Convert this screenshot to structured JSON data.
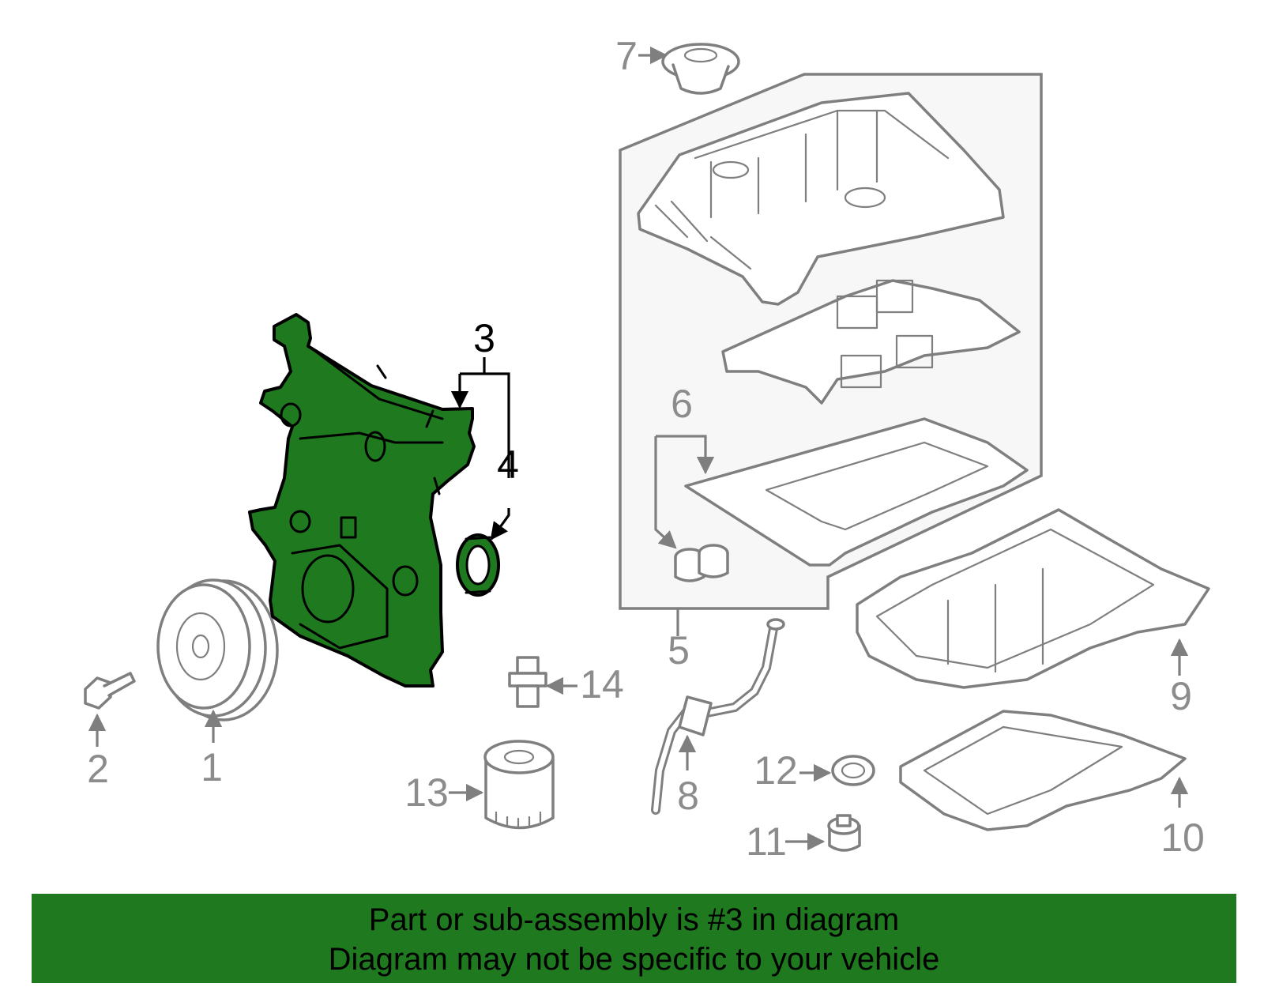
{
  "callouts": [
    "1",
    "2",
    "3",
    "4",
    "5",
    "6",
    "7",
    "8",
    "9",
    "10",
    "11",
    "12",
    "13",
    "14"
  ],
  "highlight": {
    "part": "3",
    "color": "#1f7a1f"
  },
  "banner": {
    "line1": "Part or sub-assembly is #3 in diagram",
    "line2": "Diagram may not be specific to your vehicle",
    "background": "#1f7a1f"
  }
}
